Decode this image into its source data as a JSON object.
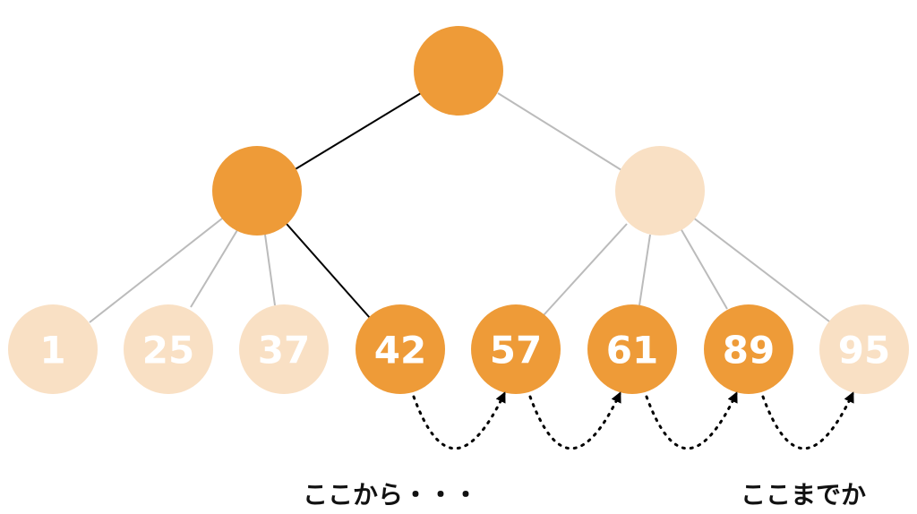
{
  "colors": {
    "highlight": "#EE9B38",
    "faded": "#F9E0C4",
    "active_edge": "#000000",
    "inactive_edge": "#BBBBBB",
    "arrow": "#000000",
    "leaf_text": "#FFFFFF"
  },
  "leaves": [
    {
      "label": "1",
      "active": false
    },
    {
      "label": "25",
      "active": false
    },
    {
      "label": "37",
      "active": false
    },
    {
      "label": "42",
      "active": true
    },
    {
      "label": "57",
      "active": true
    },
    {
      "label": "61",
      "active": true
    },
    {
      "label": "89",
      "active": true
    },
    {
      "label": "95",
      "active": false
    }
  ],
  "internal_nodes": {
    "root": {
      "active": true
    },
    "left": {
      "active": true
    },
    "right": {
      "active": false
    }
  },
  "captions": {
    "start": "ここから・・・",
    "end": "ここまでか"
  }
}
